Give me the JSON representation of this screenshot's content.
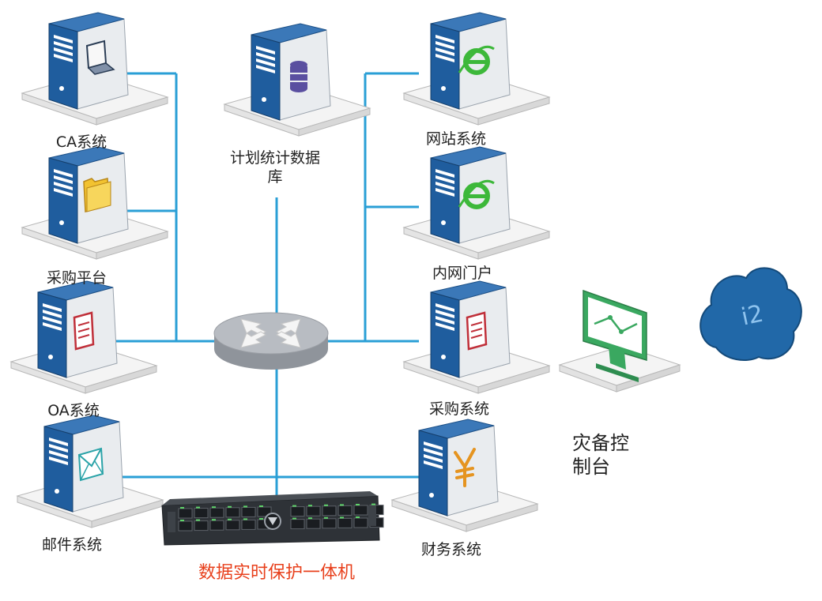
{
  "colors": {
    "link_line": "#2a9fd6",
    "server_blue": "#1f5d9e",
    "server_face": "#dde3ea",
    "platform": "#f1f1f1",
    "router": "#a9adb4",
    "monitor_green": "#3aa860",
    "cloud_blue": "#2168a8",
    "appliance_red_label": "#e8401c",
    "ie_green": "#3db83a",
    "database_purple": "#5a4fa0",
    "folder_yellow": "#f2c230",
    "doc_red": "#c0303a",
    "yen_orange": "#e59420",
    "mail_teal": "#2aa3a8"
  },
  "nodes": {
    "ca": {
      "label": "CA系统",
      "icon": "laptop-icon"
    },
    "purchase_platform": {
      "label": "采购平台",
      "icon": "folder-icon"
    },
    "oa": {
      "label": "OA系统",
      "icon": "document-icon"
    },
    "mail": {
      "label": "邮件系统",
      "icon": "envelope-icon"
    },
    "stats_db": {
      "label": "计划统计数据库",
      "icon": "database-icon"
    },
    "website": {
      "label": "网站系统",
      "icon": "ie-icon"
    },
    "intranet": {
      "label": "内网门户",
      "icon": "ie-icon"
    },
    "purchase_system": {
      "label": "采购系统",
      "icon": "document-icon"
    },
    "finance": {
      "label": "财务系统",
      "icon": "yen-icon"
    },
    "switch": {
      "icon": "network-switch-icon"
    },
    "appliance": {
      "label": "数据实时保护一体机",
      "icon": "rack-server-icon"
    },
    "dr_console": {
      "label": "灾备控制台",
      "icon": "monitor-chart-icon"
    },
    "cloud": {
      "text": "i2",
      "icon": "cloud-icon"
    }
  }
}
